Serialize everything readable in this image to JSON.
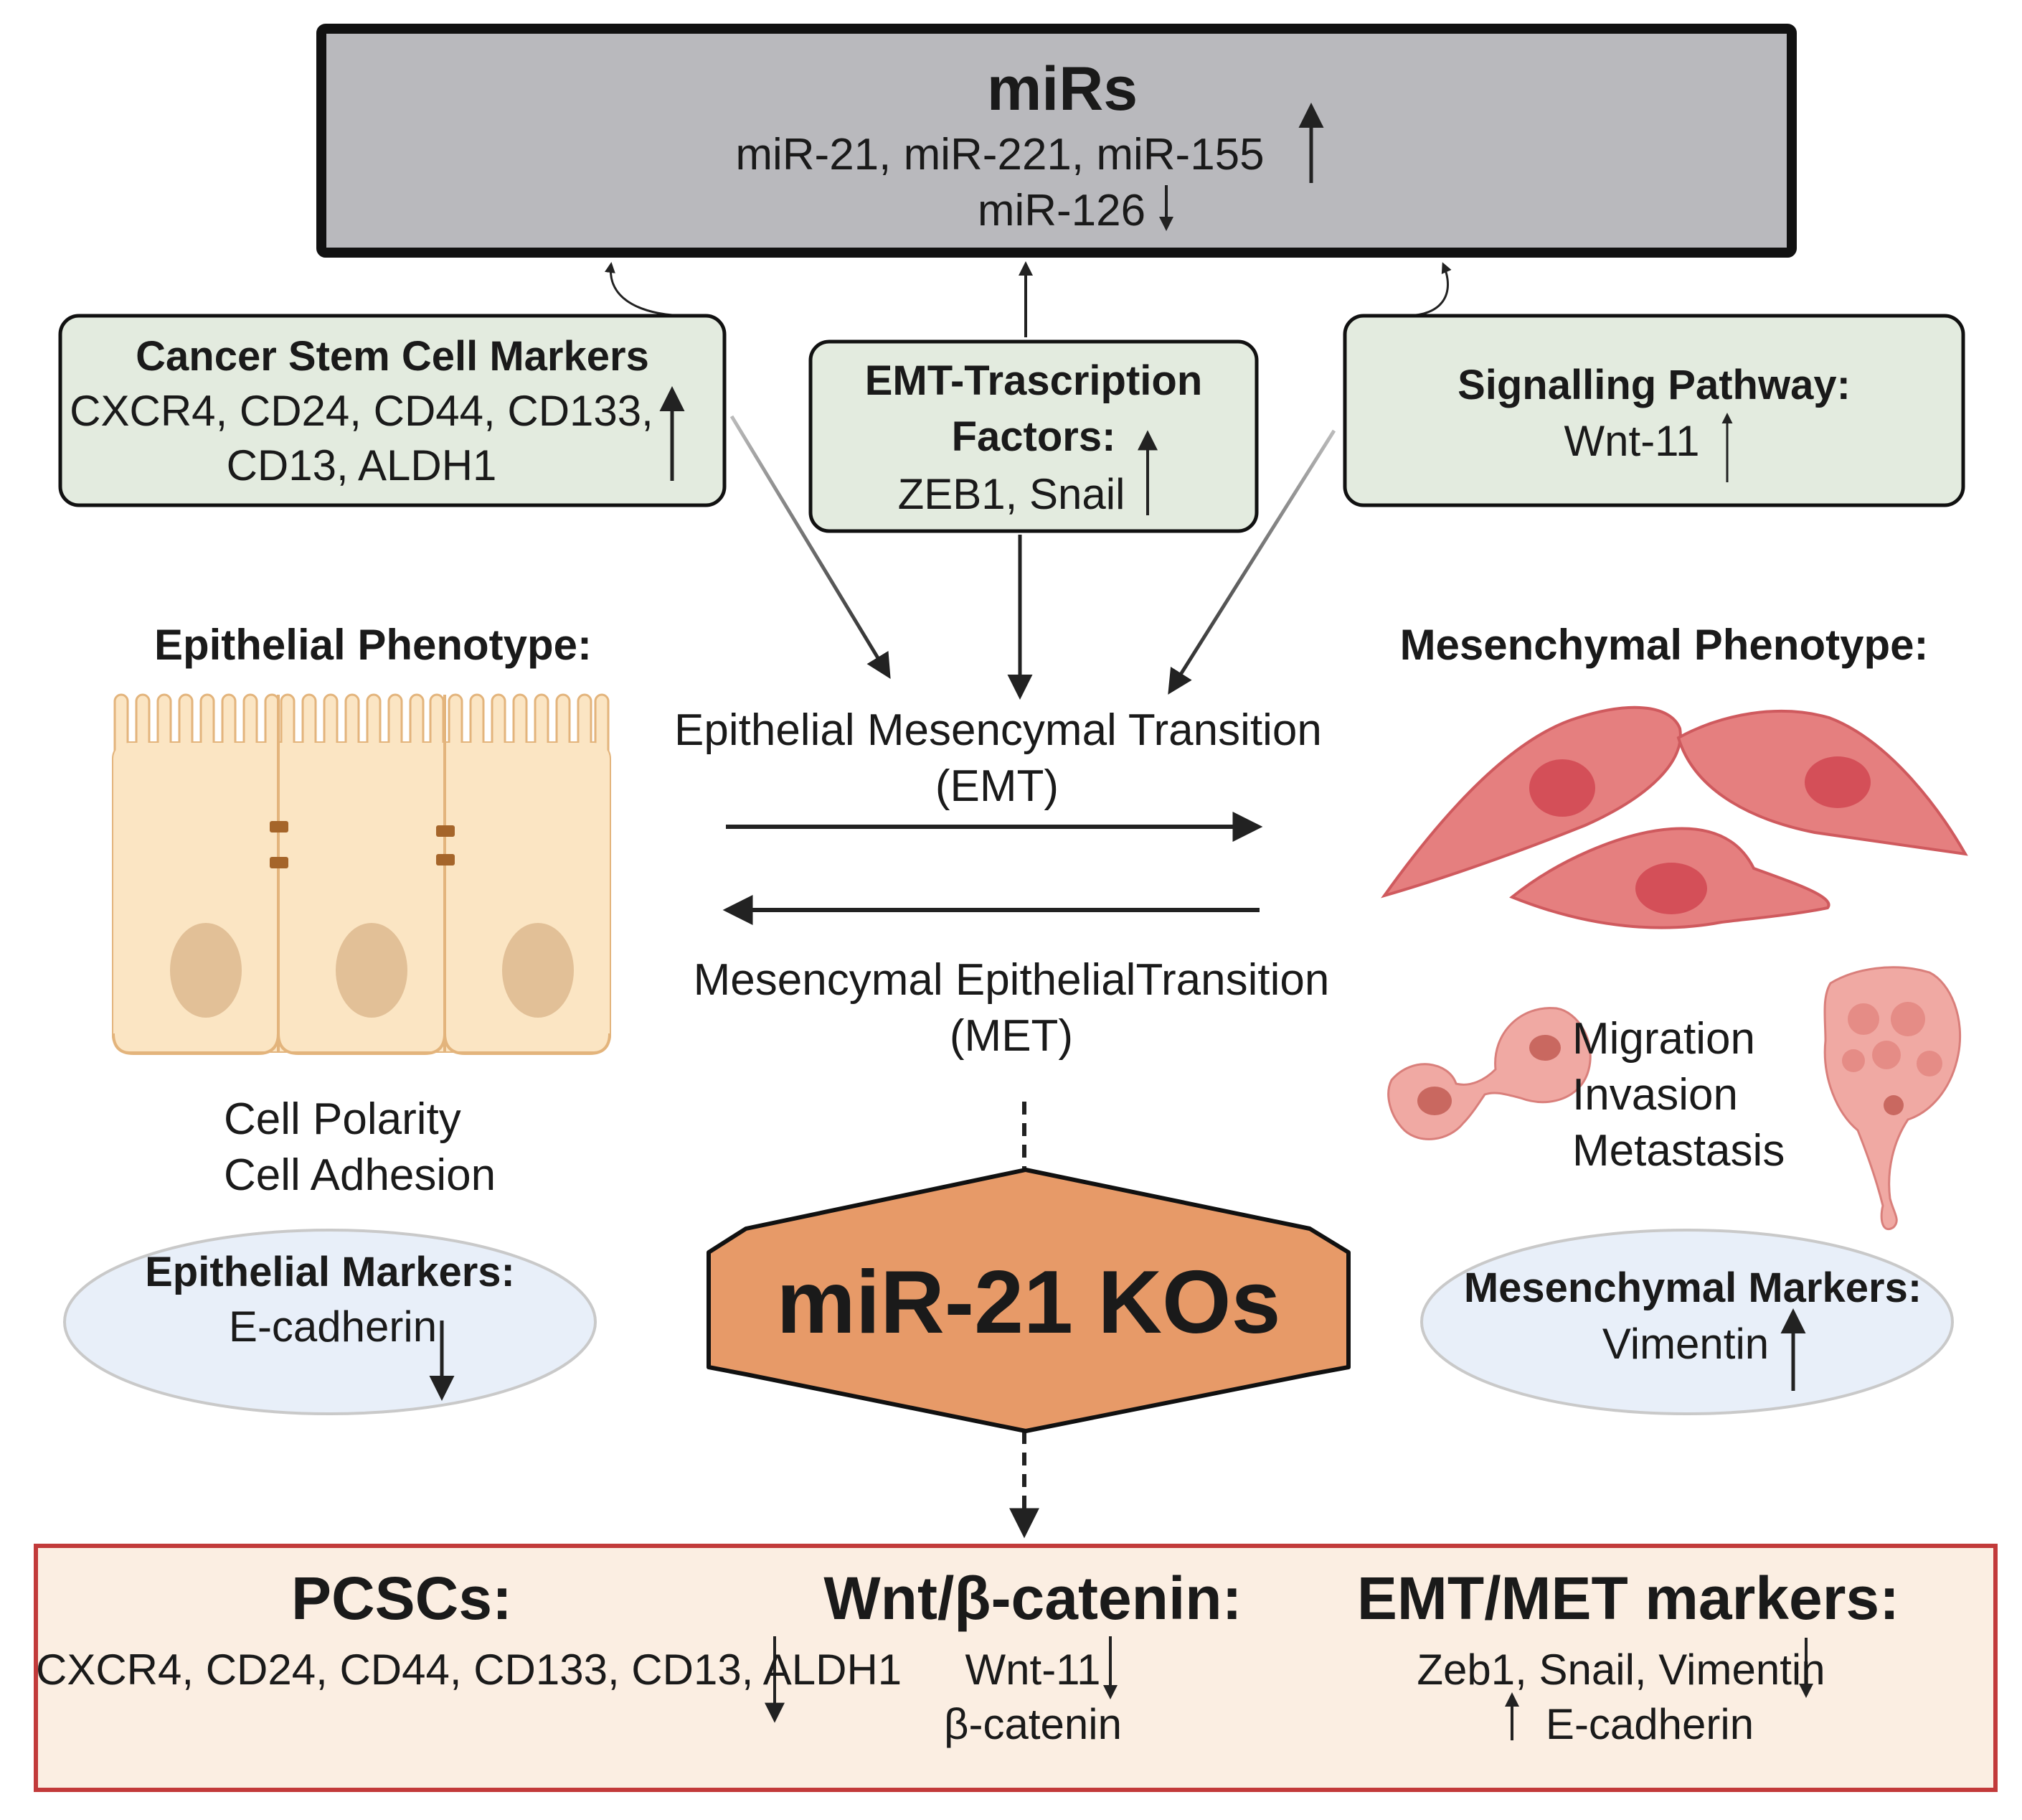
{
  "mirs": {
    "title": "miRs",
    "line1": "miR-21, miR-221, miR-155",
    "line2": "miR-126"
  },
  "csc": {
    "title": "Cancer Stem Cell Markers",
    "line1": "CXCR4, CD24, CD44, CD133,",
    "line2": "CD13, ALDH1"
  },
  "emt_tf": {
    "title1": "EMT-Trascription",
    "title2": "Factors:",
    "line1": "ZEB1, Snail"
  },
  "signalling": {
    "title": "Signalling Pathway:",
    "line1": "Wnt-11"
  },
  "epithelial": {
    "title": "Epithelial Phenotype:",
    "traits": [
      "Cell Polarity",
      "Cell Adhesion"
    ],
    "markers_title": "Epithelial Markers:",
    "marker": "E-cadherin"
  },
  "mesenchymal": {
    "title": "Mesenchymal Phenotype:",
    "traits": [
      "Migration",
      "Invasion",
      "Metastasis"
    ],
    "markers_title": "Mesenchymal Markers:",
    "marker": "Vimentin"
  },
  "transition": {
    "emt1": "Epithelial Mesencymal Transition",
    "emt2": "(EMT)",
    "met1": "Mesencymal EpithelialTransition",
    "met2": "(MET)"
  },
  "ko": {
    "label": "miR-21 KOs"
  },
  "outcomes": {
    "pcsc_title": "PCSCs:",
    "pcsc_line": "CXCR4, CD24, CD44, CD133, CD13, ALDH1",
    "wnt_title": "Wnt/β-catenin:",
    "wnt_line1": "Wnt-11",
    "wnt_line2": "β-catenin",
    "emt_title": "EMT/MET markers:",
    "emt_line1": "Zeb1, Snail, Vimentin",
    "emt_line2": "E-cadherin"
  },
  "colors": {
    "mirs_box": "#b9b9bd",
    "green_box": "#e3ebdf",
    "marker_ellipse": "#e8eff9",
    "ko_fill": "#e79a68",
    "outcome_box": "#fbeee2",
    "outcome_border": "#c23a3a",
    "epithelial_cell": "#fbe5c3",
    "nucleus_epi": "#e2c097",
    "mesenchymal_cell": "#e57f7f",
    "nucleus_mes": "#d44f58"
  }
}
